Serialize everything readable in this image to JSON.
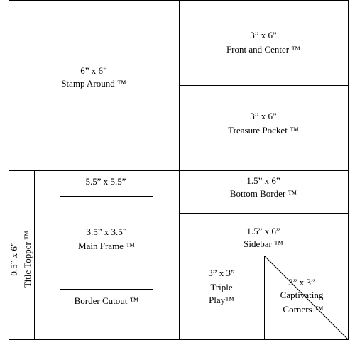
{
  "colors": {
    "line": "#000000",
    "background": "#ffffff"
  },
  "panels": {
    "stamp_around": {
      "size": "6” x 6”",
      "name": "Stamp Around ™"
    },
    "front_and_center": {
      "size": "3” x 6”",
      "name": "Front and Center ™"
    },
    "treasure_pocket": {
      "size": "3” x 6”",
      "name": "Treasure Pocket ™"
    },
    "border_cutout": {
      "size": "5.5” x 5.5”",
      "name": "Border Cutout ™"
    },
    "main_frame": {
      "size": "3.5” x 3.5”",
      "name": "Main Frame ™"
    },
    "title_topper": {
      "size": "0.5” x 6”",
      "name": "Title Topper ™"
    },
    "bottom_border": {
      "size": "1.5” x 6”",
      "name": "Bottom Border ™"
    },
    "sidebar": {
      "size": "1.5” x 6”",
      "name": "Sidebar ™"
    },
    "triple_play": {
      "size": "3” x 3”",
      "name_line1": "Triple",
      "name_line2": "Play™"
    },
    "captivating_corners": {
      "size": "3” x 3”",
      "name_line1": "Captivating",
      "name_line2": "Corners ™"
    }
  }
}
